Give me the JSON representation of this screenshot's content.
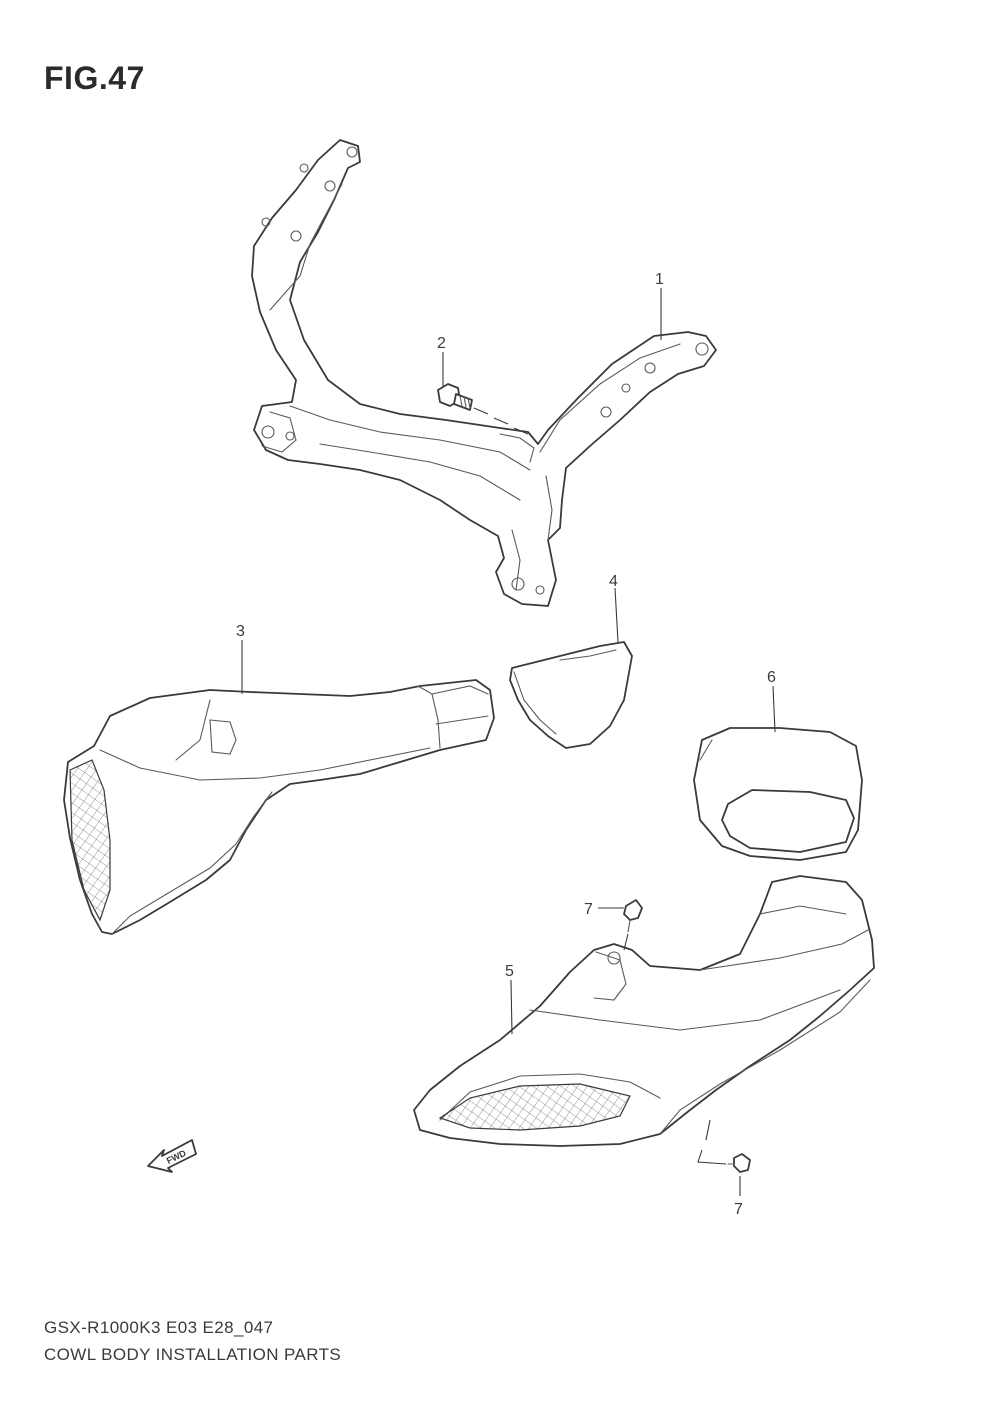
{
  "figure": {
    "title": "FIG.47"
  },
  "footer": {
    "model_code": "GSX-R1000K3  E03  E28_047",
    "caption": "COWL BODY INSTALLATION PARTS"
  },
  "callouts": {
    "p1": "1",
    "p2": "2",
    "p3": "3",
    "p4": "4",
    "p5": "5",
    "p6": "6",
    "p7a": "7",
    "p7b": "7"
  },
  "direction_marker": {
    "label": "FWD",
    "icon": "forward-arrow-icon"
  }
}
